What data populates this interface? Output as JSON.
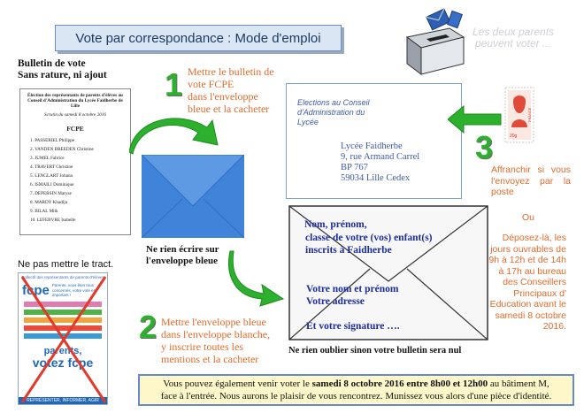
{
  "title": "Vote par correspondance : Mode d'emploi",
  "corner_note": {
    "line1": "Les deux  parents",
    "line2": "peuvent voter ..."
  },
  "ballot": {
    "heading_line1": "Bulletin de vote",
    "heading_line2": "Sans rature, ni ajout",
    "sheet_header": "Élection des représentants de parents d'élèves au Conseil d'Administration du Lycée Faidherbe de Lille",
    "sheet_date": "Scrutin du samedi 8 octobre 2016",
    "list_title": "FCPE",
    "candidates": [
      "1.  PASSERIEL Philippe",
      "2.  VANDEN BREEDEN Christine",
      "3.  JUMEL Fabrice",
      "4.  TRAVERT Christine",
      "5.  LENGLART Johann",
      "6.  ISMAILI Dominique",
      "7.  DEPERSIN Maryse",
      "8.  MARDY Khadija",
      "9.  BILAL Mlik",
      "10. LEFEBVRE Isabelle"
    ]
  },
  "step1": {
    "number": "1",
    "line1": "Mettre le bulletin de",
    "line2": "vote FCPE",
    "line3": "dans l'enveloppe",
    "line4": "bleue et la cacheter"
  },
  "blue_envelope_note": {
    "line1": "Ne rien écrire sur",
    "line2": "l'enveloppe bleue"
  },
  "tract": {
    "label": "Ne pas mettre le tract.",
    "header": "Collectif des représentants de parents d'élèves",
    "logo": "fcpe",
    "tagline": "Parents, vous êtes tous concernés, votre vote est important !",
    "footer_big1": "parents,",
    "footer_big2": "votez fcpe",
    "footer_strip": "REPRÉSENTER, INFORMER, AGIR"
  },
  "address_envelope": {
    "heading_line1": "Elections au Conseil",
    "heading_line2": "d'Administration du",
    "heading_line3": "Lycée",
    "addr1": "Lycée Faidherbe",
    "addr2": "9, rue Armand Carrel",
    "addr3": "BP 767",
    "addr4": "59034 Lille Cedex"
  },
  "stamp": {
    "value": "20g",
    "country": "FRANCE"
  },
  "step3": {
    "number": "3",
    "affranchir": "Affranchir si vous l'envoyez par la poste",
    "ou": "Ou",
    "deposez": "Déposez-là, les jours ouvrables de 9h à 12h et de 14h à 17h au bureau des Conseillers Principaux d' Education avant le samedi 8 octobre 2016."
  },
  "white_envelope": {
    "line1": "Nom, prénom,",
    "line2": "classe de votre (vos) enfant(s)",
    "line3": "inscrits à Faidherbe",
    "line4": "Votre nom et prénom",
    "line5": "Votre adresse",
    "line6": "Et  votre signature  ….",
    "caption": "Ne rien oublier sinon  votre bulletin sera nul"
  },
  "step2": {
    "number": "2",
    "line1": "Mettre  l'enveloppe bleue",
    "line2": "dans l'enveloppe blanche,",
    "line3": "y inscrire  toutes les",
    "line4": "mentions et la cacheter"
  },
  "bottom_note": {
    "part1": "Vous pouvez également venir voter le ",
    "bold": "samedi 8 octobre 2016 entre 8h00 et 12h00",
    "part2": " au bâtiment M,",
    "line2": "face à l'entrée. Nous aurons le plaisir de vous rencontrez. Munissez vous alors d'une pièce d'identité."
  },
  "colors": {
    "step_green": "#2db02d",
    "step_orange": "#e36b2a",
    "navy": "#1b2d9a",
    "address_blue": "#3d5ba9",
    "envelope_blue": "#3f84d9",
    "box_yellow": "#fdf7c9"
  }
}
